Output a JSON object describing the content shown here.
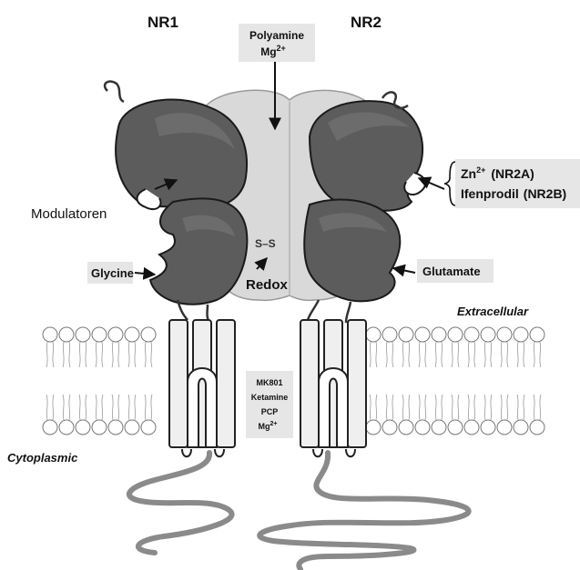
{
  "subunits": {
    "left": "NR1",
    "right": "NR2"
  },
  "sites": {
    "polyamine": "Polyamine",
    "mg": "Mg",
    "mg_sup": "2+",
    "zn": "Zn",
    "zn_sup": "2+",
    "nr2a": "(NR2A)",
    "ifenprodil": "Ifenprodil",
    "nr2b": "(NR2B)",
    "modulatoren": "Modulatoren",
    "glycine": "Glycine",
    "glutamate": "Glutamate",
    "disulfide": "S–S",
    "redox": "Redox"
  },
  "channel_blockers": {
    "line1": "MK801",
    "line2": "Ketamine",
    "line3": "PCP",
    "line4": "Mg",
    "line4_sup": "2+"
  },
  "membrane": {
    "extracellular": "Extracellular",
    "cytoplasmic": "Cytoplasmic"
  },
  "colors": {
    "lobe": "#5c5c5c",
    "label_box": "#e6e6e6",
    "central_domain": "#d9d9d9",
    "tail": "#8a8a8a"
  }
}
